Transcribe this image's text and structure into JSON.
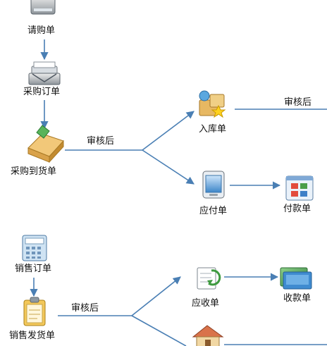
{
  "nodes": {
    "purchase_request": "请购单",
    "purchase_order": "采购订单",
    "purchase_arrival": "采购到货单",
    "warehouse_receipt": "入库单",
    "payable": "应付单",
    "payment": "付款单",
    "sales_order": "销售订单",
    "sales_delivery": "销售发货单",
    "receivable": "应收单",
    "receipt": "收款单"
  },
  "edges": {
    "after_review_1": "审核后",
    "after_review_2": "审核后",
    "after_review_3": "审核后"
  },
  "icons": [
    "document-stack-icon",
    "printer-mail-icon",
    "delivery-box-icon",
    "warehouse-goods-icon",
    "mobile-invoice-icon",
    "payment-window-icon",
    "calculator-icon",
    "clipboard-icon",
    "recycle-document-icon",
    "money-card-icon",
    "house-icon"
  ],
  "colors": {
    "connector": "#4a7fb4",
    "text": "#111111"
  }
}
